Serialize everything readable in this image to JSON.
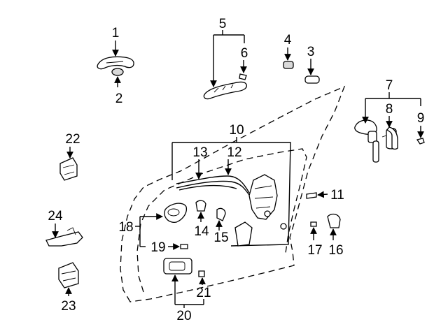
{
  "diagram": {
    "callouts": [
      {
        "id": "1",
        "text": "1"
      },
      {
        "id": "2",
        "text": "2"
      },
      {
        "id": "3",
        "text": "3"
      },
      {
        "id": "4",
        "text": "4"
      },
      {
        "id": "5",
        "text": "5"
      },
      {
        "id": "6",
        "text": "6"
      },
      {
        "id": "7",
        "text": "7"
      },
      {
        "id": "8",
        "text": "8"
      },
      {
        "id": "9",
        "text": "9"
      },
      {
        "id": "10",
        "text": "10"
      },
      {
        "id": "11",
        "text": "11"
      },
      {
        "id": "12",
        "text": "12"
      },
      {
        "id": "13",
        "text": "13"
      },
      {
        "id": "14",
        "text": "14"
      },
      {
        "id": "15",
        "text": "15"
      },
      {
        "id": "16",
        "text": "16"
      },
      {
        "id": "17",
        "text": "17"
      },
      {
        "id": "18",
        "text": "18"
      },
      {
        "id": "19",
        "text": "19"
      },
      {
        "id": "20",
        "text": "20"
      },
      {
        "id": "21",
        "text": "21"
      },
      {
        "id": "22",
        "text": "22"
      },
      {
        "id": "23",
        "text": "23"
      },
      {
        "id": "24",
        "text": "24"
      }
    ]
  }
}
